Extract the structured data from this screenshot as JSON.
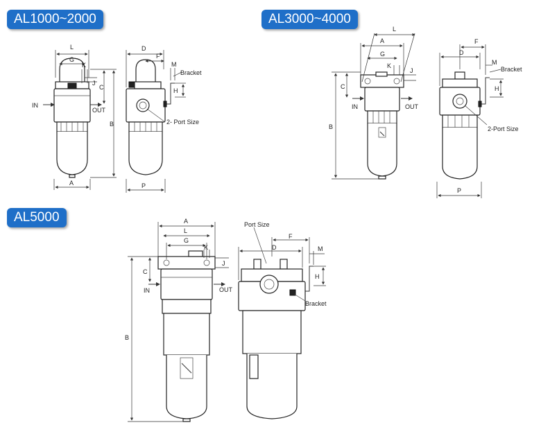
{
  "titles": {
    "al1000_2000": "AL1000~2000",
    "al3000_4000": "AL3000~4000",
    "al5000": "AL5000"
  },
  "labels": {
    "A": "A",
    "B": "B",
    "C": "C",
    "D": "D",
    "F": "F",
    "G": "G",
    "H": "H",
    "J": "J",
    "K": "K",
    "L": "L",
    "M": "M",
    "P": "P",
    "in": "IN",
    "out": "OUT",
    "bracket": "Bracket",
    "two_port_size": "2- Port Size",
    "two_port_size_b": "2-Port Size",
    "port_size": "Port Size"
  },
  "colors": {
    "badge": "#1f6fc8",
    "line": "#333333"
  }
}
